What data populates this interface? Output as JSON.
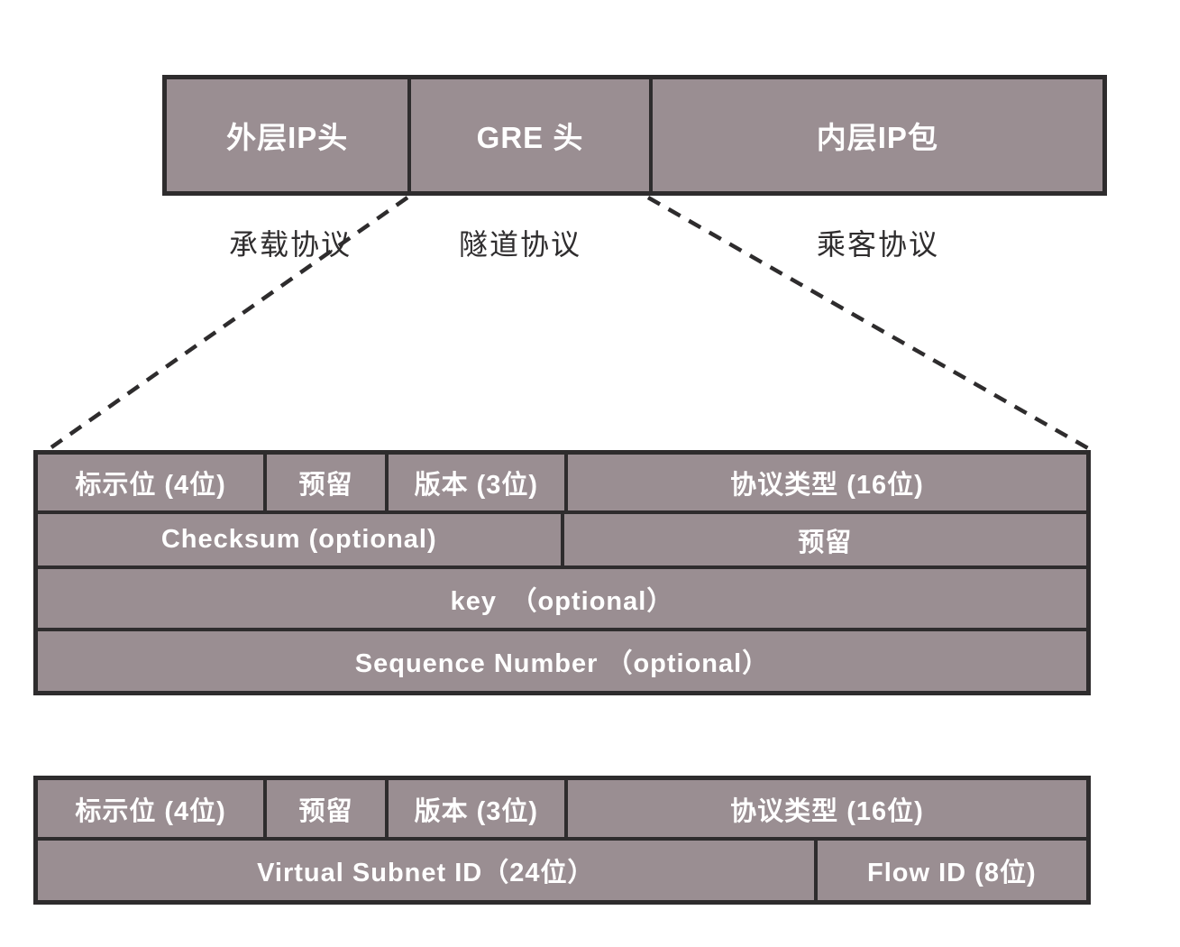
{
  "colors": {
    "box_fill": "#9a8e92",
    "border_color": "#2e2c2d",
    "box_text": "#ffffff",
    "label_text": "#2f2d2e",
    "page_bg": "#ffffff"
  },
  "encapsulation_bar": {
    "outer_ip_header": "外层IP头",
    "gre_header": "GRE 头",
    "inner_ip_packet": "内层IP包"
  },
  "protocol_labels": {
    "carrier": "承载协议",
    "tunnel": "隧道协议",
    "passenger": "乘客协议"
  },
  "gre_header_table": {
    "row1": {
      "flags": "标示位 (4位)",
      "reserved": "预留",
      "version": "版本 (3位)",
      "protocol_type": "协议类型 (16位)"
    },
    "row2": {
      "checksum": "Checksum (optional)",
      "reserved": "预留"
    },
    "row3": {
      "key": "key　（optional）"
    },
    "row4": {
      "sequence_number": "Sequence Number （optional）"
    }
  },
  "nvgre_header_table": {
    "row1": {
      "flags": "标示位 (4位)",
      "reserved": "预留",
      "version": "版本 (3位)",
      "protocol_type": "协议类型 (16位)"
    },
    "row2": {
      "virtual_subnet_id": "Virtual Subnet ID（24位）",
      "flow_id": "Flow ID (8位)"
    }
  }
}
